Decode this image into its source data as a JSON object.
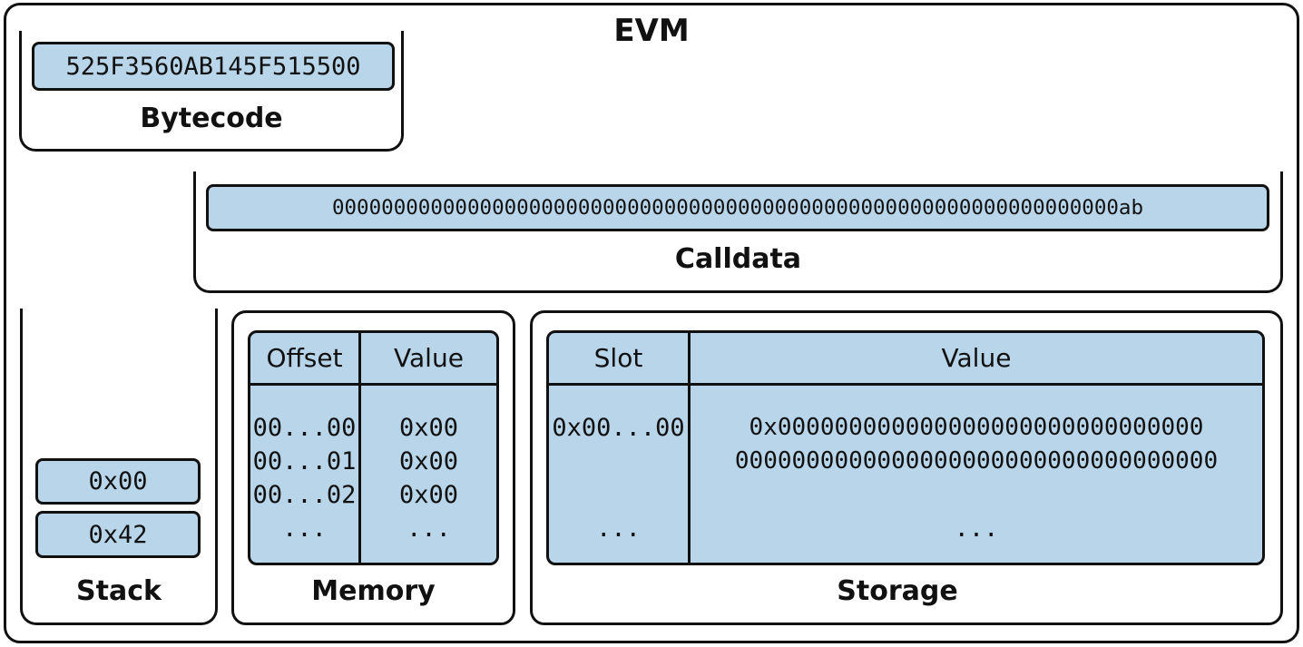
{
  "title": "EVM",
  "bytecode": {
    "value": "525F3560AB145F515500",
    "label": "Bytecode"
  },
  "calldata": {
    "value": "0000000000000000000000000000000000000000000000000000000000000000ab",
    "label": "Calldata"
  },
  "stack": {
    "items": [
      "0x00",
      "0x42"
    ],
    "label": "Stack"
  },
  "memory": {
    "label": "Memory",
    "columns": [
      "Offset",
      "Value"
    ],
    "offsets": [
      "00...00",
      "00...01",
      "00...02",
      "..."
    ],
    "values": [
      "0x00",
      "0x00",
      "0x00",
      "..."
    ]
  },
  "storage": {
    "label": "Storage",
    "columns": [
      "Slot",
      "Value"
    ],
    "slot": "0x00...00",
    "value_line1": "0x000000000000000000000000000000",
    "value_line2": "0000000000000000000000000000000000",
    "slot_ellipsis": "...",
    "value_ellipsis": "..."
  },
  "colors": {
    "cell_fill": "#b8d5ea",
    "border": "#111111"
  }
}
